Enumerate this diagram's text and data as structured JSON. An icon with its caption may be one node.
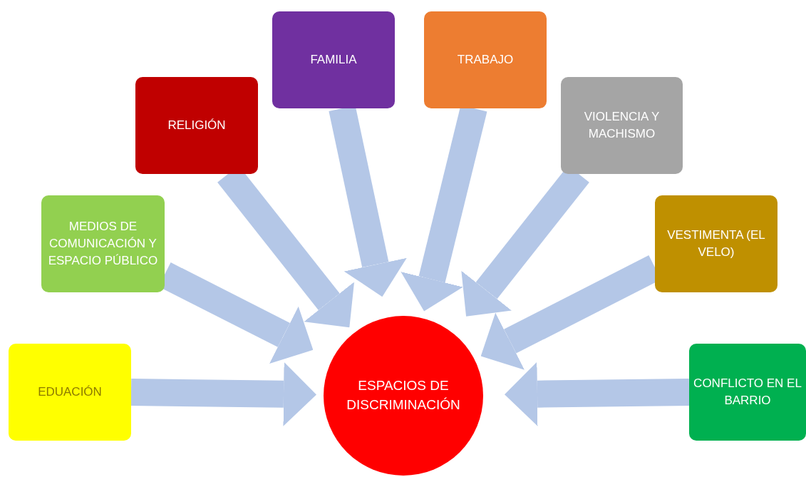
{
  "diagram": {
    "nodes": [
      {
        "text": [
          "EDUACIÓN"
        ]
      },
      {
        "text": [
          "MEDIOS DE COMUNICACIÓN Y ESPACIO PÚBLICO"
        ]
      },
      {
        "text": [
          "RELIGIÓN"
        ]
      },
      {
        "text": [
          "FAMILIA"
        ]
      },
      {
        "text": [
          "TRABAJO"
        ]
      },
      {
        "text": [
          "VIOLENCIA Y MACHISMO"
        ]
      },
      {
        "text": [
          "VESTIMENTA (EL VELO)"
        ]
      },
      {
        "text": [
          "CONFLICTO EN EL BARRIO"
        ]
      },
      {
        "text": [
          "ESPACIOS DE DISCRIMINACIÓN"
        ]
      }
    ],
    "edges": [
      {
        "from": 0,
        "to": 8,
        "arrow": "to"
      },
      {
        "from": 1,
        "to": 8,
        "arrow": "to"
      },
      {
        "from": 2,
        "to": 8,
        "arrow": "to"
      },
      {
        "from": 3,
        "to": 8,
        "arrow": "to"
      },
      {
        "from": 4,
        "to": 8,
        "arrow": "to"
      },
      {
        "from": 5,
        "to": 8,
        "arrow": "to"
      },
      {
        "from": 6,
        "to": 8,
        "arrow": "to"
      },
      {
        "from": 7,
        "to": 8,
        "arrow": "to"
      }
    ]
  }
}
